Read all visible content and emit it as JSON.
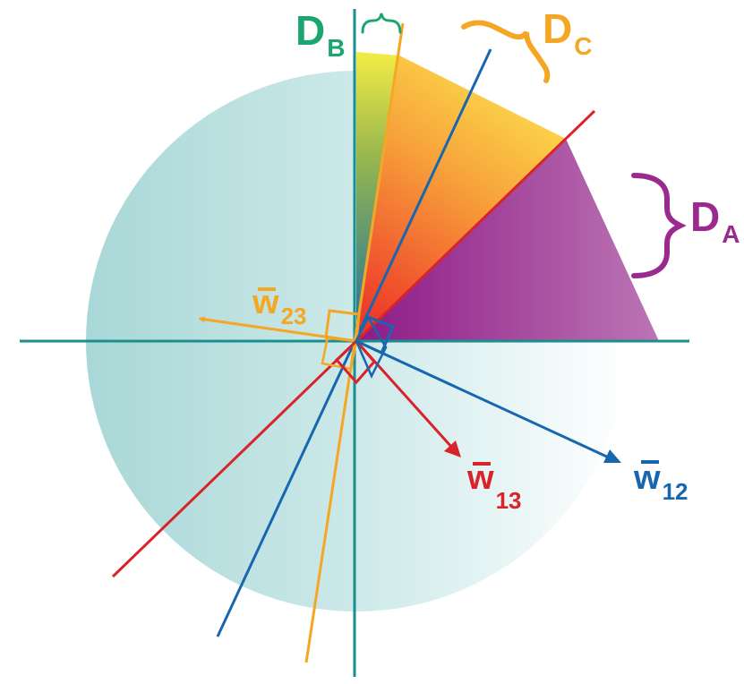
{
  "labels": {
    "d_a": {
      "main": "D",
      "sub": "A"
    },
    "d_b": {
      "main": "D",
      "sub": "B"
    },
    "d_c": {
      "main": "D",
      "sub": "C"
    },
    "w12": {
      "main": "w",
      "sub": "12"
    },
    "w13": {
      "main": "w",
      "sub": "13"
    },
    "w23": {
      "main": "w",
      "sub": "23"
    }
  },
  "colors": {
    "axis": "#1a8f8f",
    "disk": "#bfe2e2",
    "green": "#1aa66e",
    "orange": "#f5a623",
    "purple": "#9b2a8e",
    "red": "#d8232a",
    "blue": "#1767b0"
  }
}
